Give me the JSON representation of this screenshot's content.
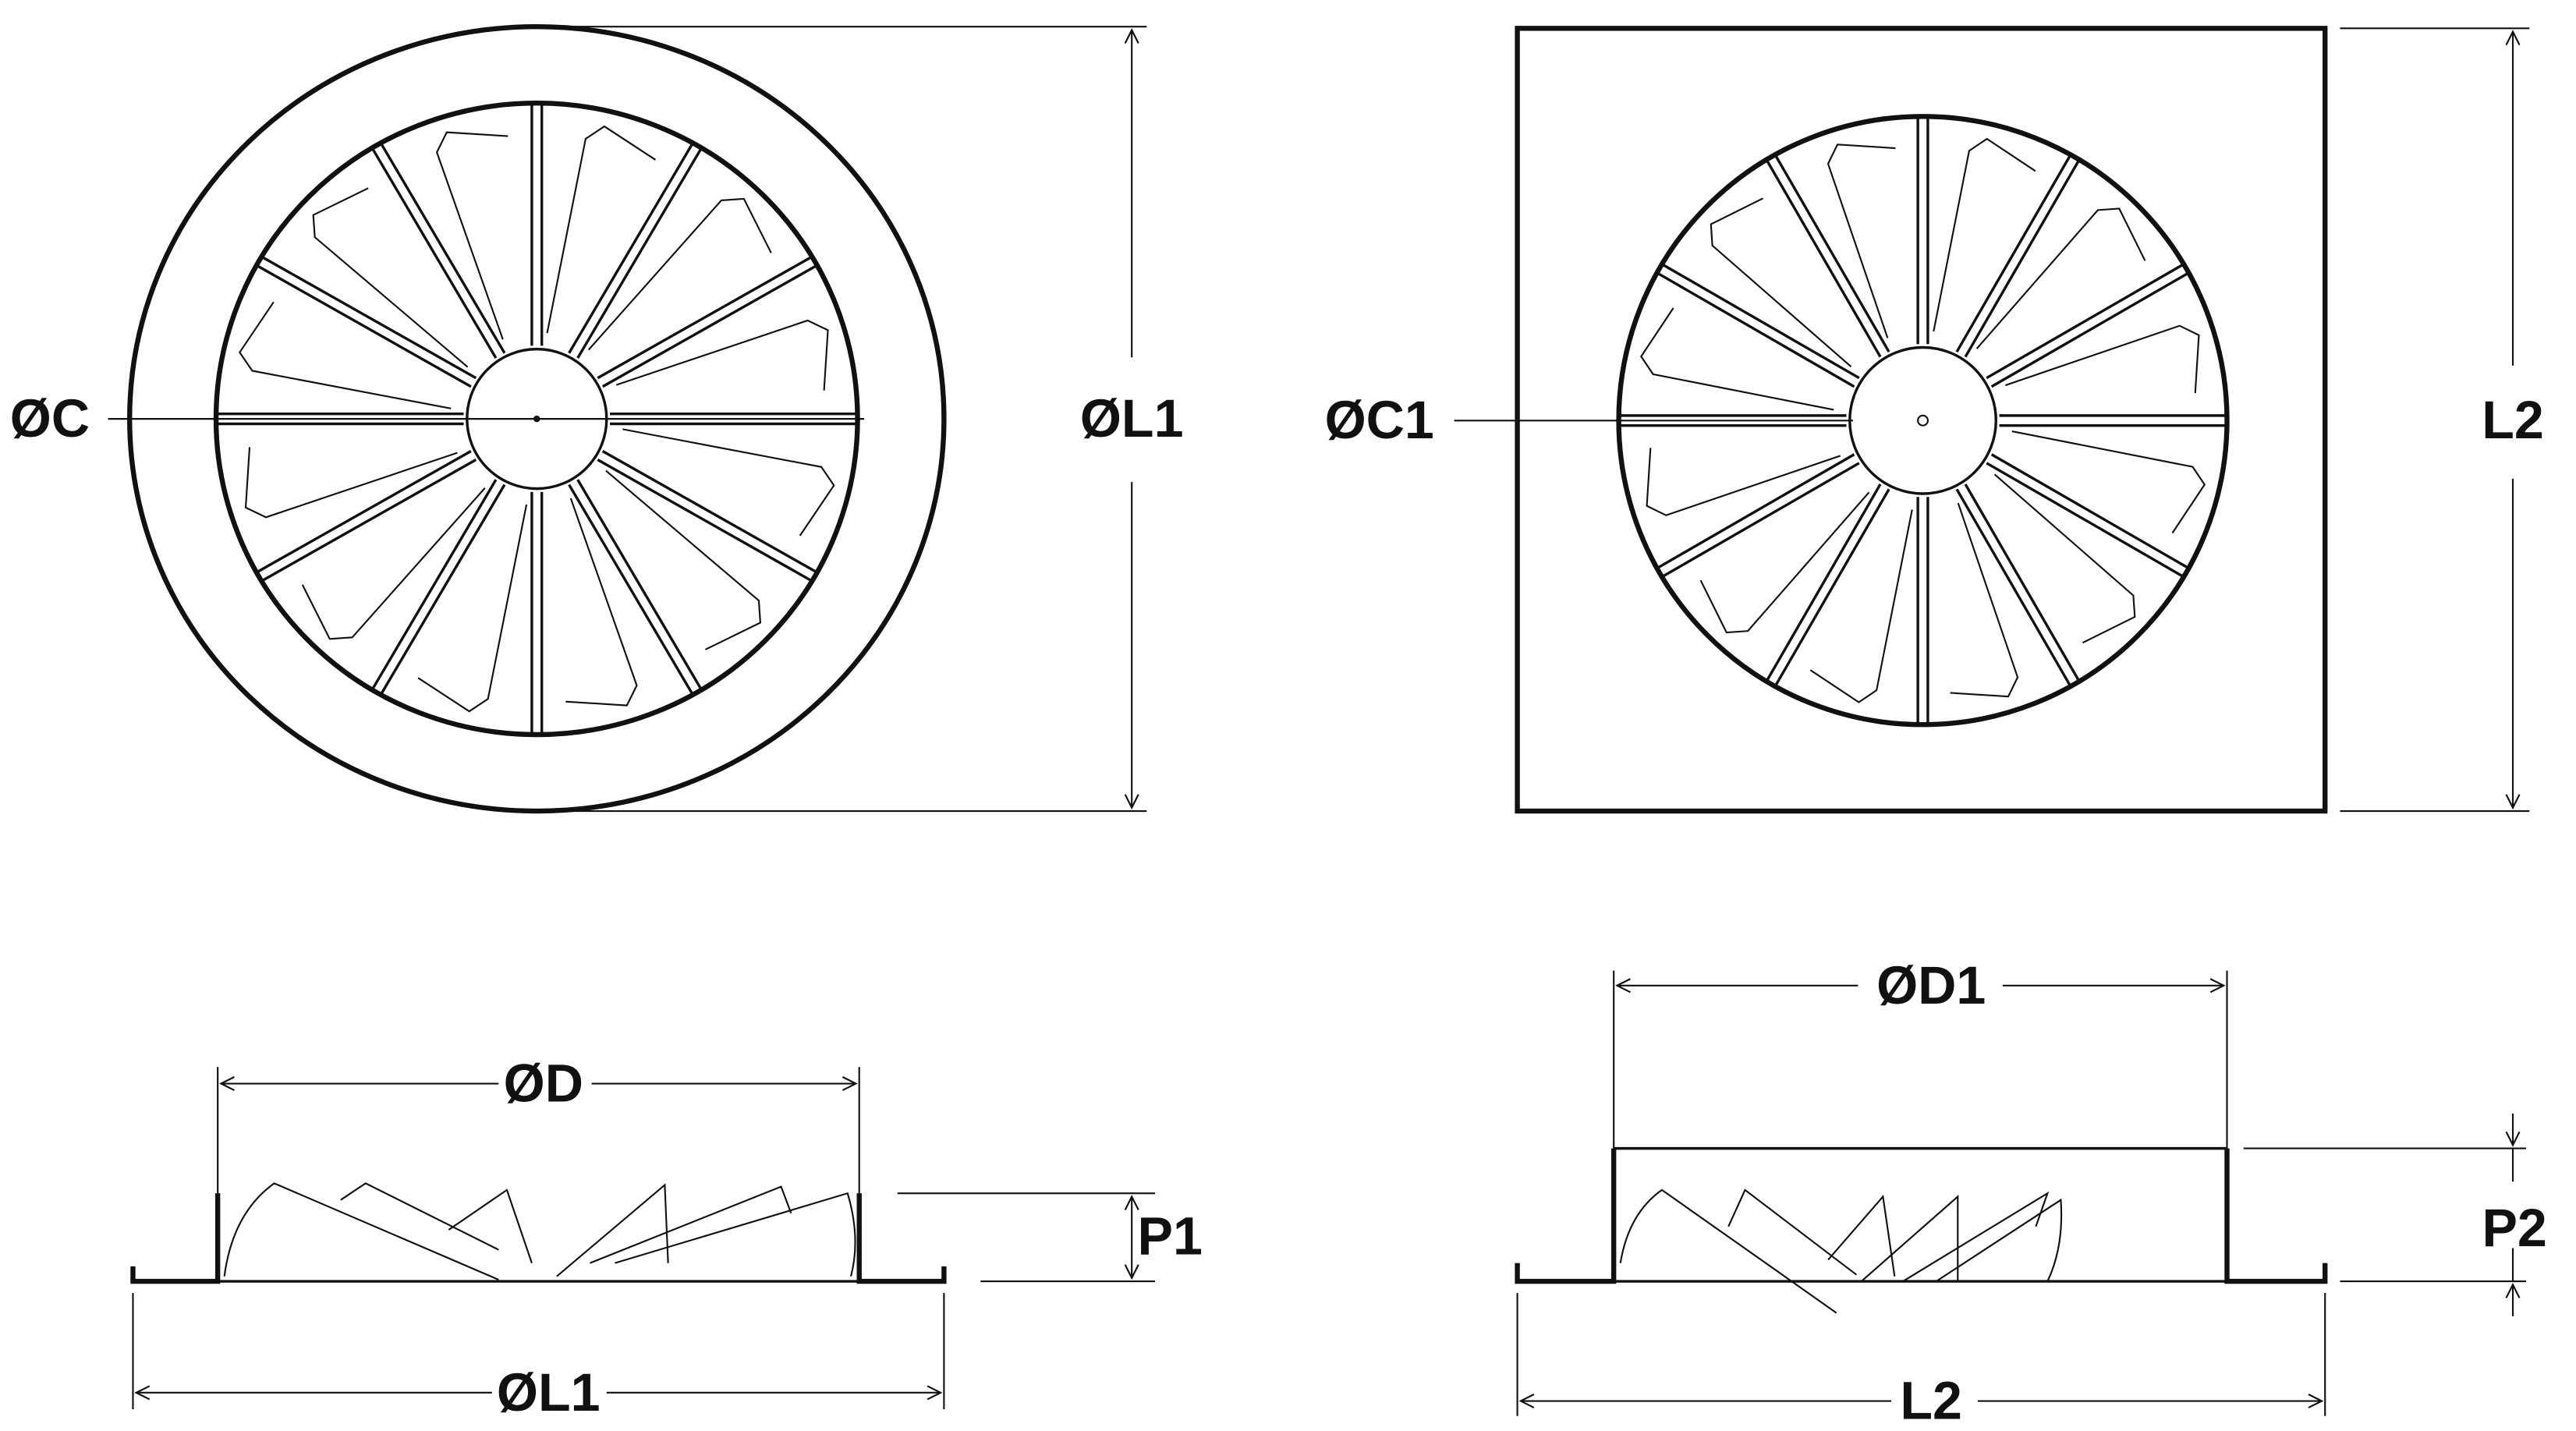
{
  "front_round": {
    "center_diameter_label": "ØC",
    "outer_diameter_label": "ØL1"
  },
  "front_square": {
    "center_diameter_label": "ØC1",
    "side_label": "L2"
  },
  "side_round": {
    "diameter_label": "ØD",
    "depth_label": "P1",
    "outer_diameter_label": "ØL1"
  },
  "side_square": {
    "diameter_label": "ØD1",
    "depth_label": "P2",
    "side_label": "L2"
  },
  "colors": {
    "line": "#111111",
    "background": "#ffffff"
  },
  "blade_count": 12
}
